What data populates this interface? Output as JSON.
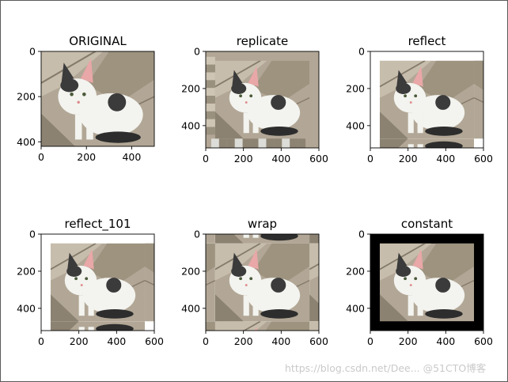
{
  "chart_data": [
    {
      "type": "image",
      "title": "ORIGINAL",
      "width": 500,
      "height": 420,
      "xticks": [
        0,
        200,
        400
      ],
      "yticks": [
        0,
        200,
        400
      ],
      "xlim": [
        0,
        500
      ],
      "ylim": [
        420,
        0
      ],
      "border": "none"
    },
    {
      "type": "image",
      "title": "replicate",
      "width": 600,
      "height": 520,
      "xticks": [
        0,
        200,
        400,
        600
      ],
      "yticks": [
        0,
        200,
        400
      ],
      "xlim": [
        0,
        600
      ],
      "ylim": [
        520,
        0
      ],
      "border": "replicate"
    },
    {
      "type": "image",
      "title": "reflect",
      "width": 600,
      "height": 520,
      "xticks": [
        0,
        200,
        400,
        600
      ],
      "yticks": [
        0,
        200,
        400
      ],
      "xlim": [
        0,
        600
      ],
      "ylim": [
        520,
        0
      ],
      "border": "reflect"
    },
    {
      "type": "image",
      "title": "reflect_101",
      "width": 600,
      "height": 520,
      "xticks": [
        0,
        200,
        400,
        600
      ],
      "yticks": [
        0,
        200,
        400
      ],
      "xlim": [
        0,
        600
      ],
      "ylim": [
        520,
        0
      ],
      "border": "reflect"
    },
    {
      "type": "image",
      "title": "wrap",
      "width": 600,
      "height": 520,
      "xticks": [
        0,
        200,
        400,
        600
      ],
      "yticks": [
        0,
        200,
        400
      ],
      "xlim": [
        0,
        600
      ],
      "ylim": [
        520,
        0
      ],
      "border": "wrap"
    },
    {
      "type": "image",
      "title": "constant",
      "width": 600,
      "height": 520,
      "xticks": [
        0,
        200,
        400,
        600
      ],
      "yticks": [
        0,
        200,
        400
      ],
      "xlim": [
        0,
        600
      ],
      "ylim": [
        520,
        0
      ],
      "border": "constant"
    }
  ],
  "watermark": "https://blog.csdn.net/Dee... @51CTO博客",
  "colors": {
    "ground": "#b2a796",
    "ground_dark": "#8c8272",
    "cat": "#f3f3ef",
    "spot": "#3b3b3b",
    "ear": "#e9a7a7",
    "constant_fill": "#000000"
  }
}
